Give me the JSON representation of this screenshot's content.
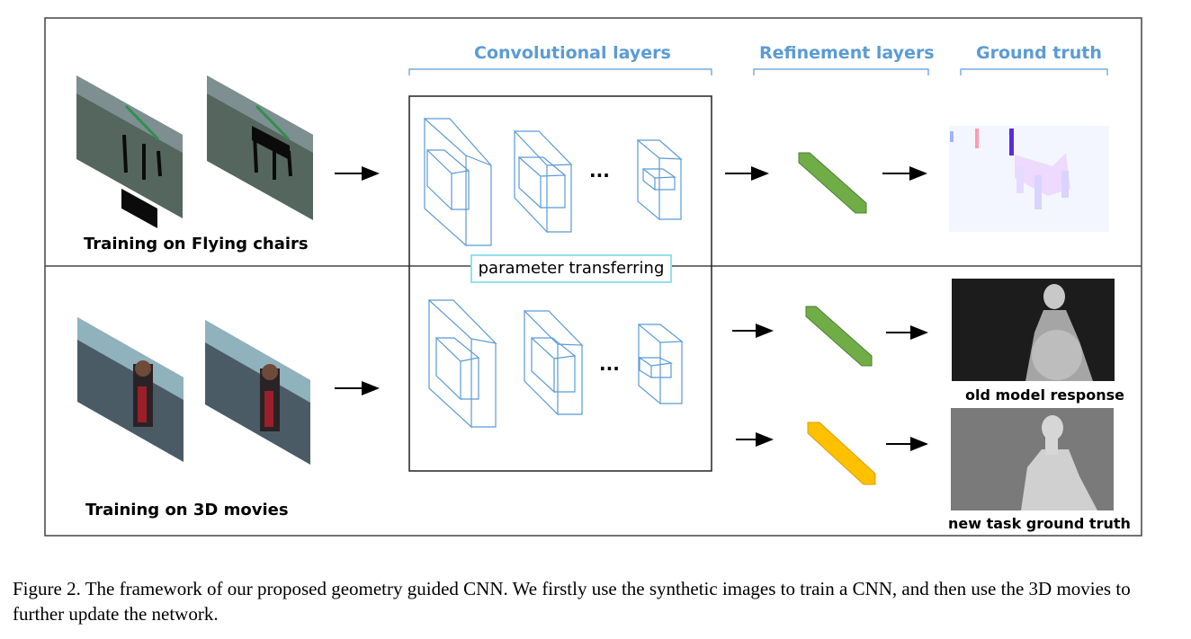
{
  "headers": {
    "convolutional": "Convolutional layers",
    "refinement": "Refinement layers",
    "ground_truth": "Ground truth"
  },
  "rows": {
    "top_label": "Training on Flying chairs",
    "bottom_label": "Training on 3D movies"
  },
  "transfer_label": "parameter transferring",
  "ellipsis": "...",
  "outputs": {
    "old_model": "old model response",
    "new_task": "new task ground truth"
  },
  "caption": "Figure 2. The framework of our proposed geometry guided CNN. We firstly use the synthetic images to train a CNN, and then use the 3D movies to further update the network.",
  "colors": {
    "header_blue": "#5b9bd5",
    "cube_blue": "#5b9bd5",
    "refine_green": "#70ad47",
    "refine_yellow": "#ffc000",
    "transfer_border": "#8fe3e8"
  }
}
